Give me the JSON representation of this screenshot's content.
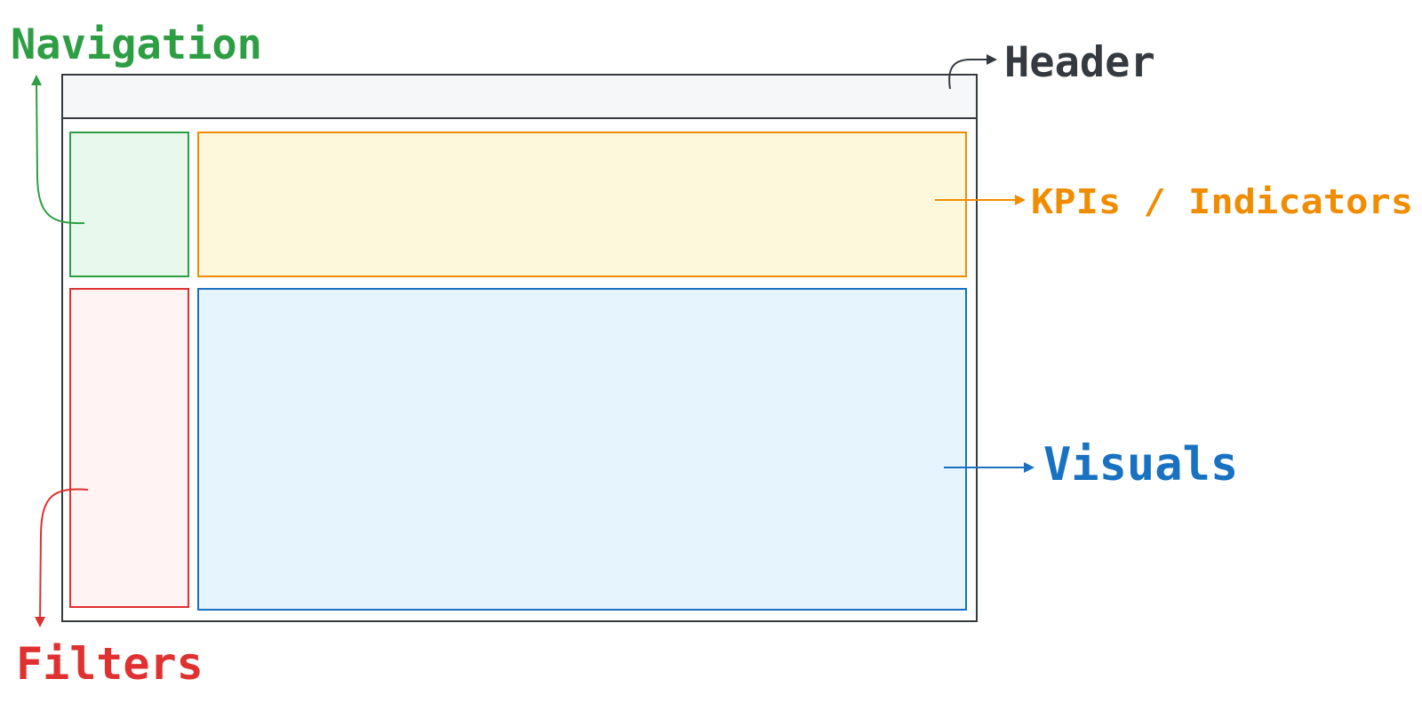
{
  "labels": {
    "navigation": "Navigation",
    "header": "Header",
    "kpis": "KPIs / Indicators",
    "visuals": "Visuals",
    "filters": "Filters"
  },
  "colors": {
    "navigation": "#2e9e44",
    "navigation_fill": "#e8f8ec",
    "header": "#343a40",
    "header_fill": "#f5f7f9",
    "kpis": "#f08c00",
    "kpis_fill": "#fdf7db",
    "visuals": "#1971c2",
    "visuals_fill": "#e5f4fd",
    "filters": "#e03131",
    "filters_fill": "#fff3f3",
    "frame": "#343a40"
  }
}
